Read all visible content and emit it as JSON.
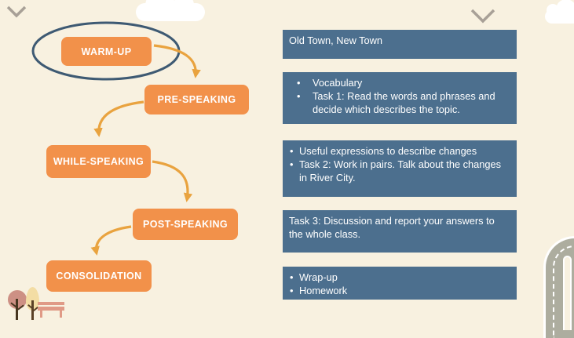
{
  "slide": {
    "background_color": "#f8f1e0",
    "flow": {
      "stage_color": "#f2914a",
      "arrow_color": "#e9a33f",
      "highlight_ellipse_color": "#3e5a73",
      "stages": [
        {
          "label": "WARM-UP",
          "highlighted": true
        },
        {
          "label": "PRE-SPEAKING",
          "highlighted": false
        },
        {
          "label": "WHILE-SPEAKING",
          "highlighted": false
        },
        {
          "label": "POST-SPEAKING",
          "highlighted": false
        },
        {
          "label": "CONSOLIDATION",
          "highlighted": false
        }
      ]
    },
    "panel_color": "#4c6f8e",
    "panels": [
      {
        "lines": [
          {
            "text": "Old Town, New Town",
            "bullet": false
          }
        ]
      },
      {
        "lines": [
          {
            "text": "Vocabulary",
            "bullet": true
          },
          {
            "text": "Task 1: Read the words and phrases and decide which describes the topic.",
            "bullet": true
          }
        ]
      },
      {
        "lines": [
          {
            "text": "Useful expressions to describe changes",
            "bullet": true
          },
          {
            "text": "Task 2: Work in pairs. Talk about the changes in River City.",
            "bullet": true
          }
        ]
      },
      {
        "lines": [
          {
            "text": "Task 3: Discussion and report your answers to the whole class.",
            "bullet": false
          }
        ]
      },
      {
        "lines": [
          {
            "text": "Wrap-up",
            "bullet": true
          },
          {
            "text": "Homework",
            "bullet": true
          }
        ]
      }
    ],
    "decorations": {
      "chevron_color": "#a8a097",
      "cloud_color": "#ffffff",
      "road_color": "#adad9f",
      "tree_round_color": "#cd9084",
      "tree_leaf_color": "#f3dda4",
      "bench_color": "#e09a86",
      "icons": [
        "chevron-down-icon",
        "cloud-icon",
        "tree-icon",
        "bench-icon",
        "road-graphic"
      ]
    }
  }
}
